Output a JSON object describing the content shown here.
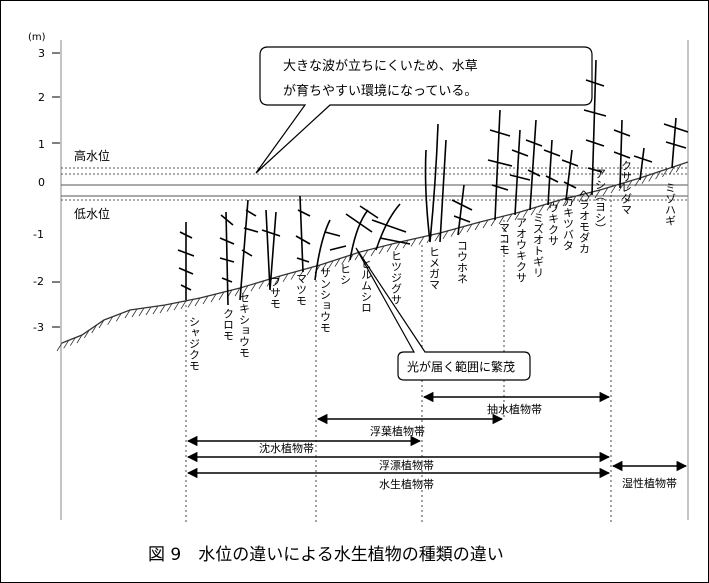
{
  "axis": {
    "unit": "(m)",
    "ticks": [
      "3",
      "2",
      "1",
      "0",
      "-1",
      "-2",
      "-3"
    ]
  },
  "water_levels": {
    "high": "高水位",
    "low": "低水位"
  },
  "callouts": {
    "wave_line1": "大きな波が立ちにくいため、水草",
    "wave_line2": "が育ちやすい環境になっている。",
    "light": "光が届く範囲に繁茂"
  },
  "species": [
    "シャジクモ",
    "クロモ",
    "セキショウモ",
    "フサモ",
    "マツモ",
    "サンショウモ",
    "ヒシ",
    "ヒルムシロ",
    "ヒツジグサ",
    "ヒメガマ",
    "コウホネ",
    "マコモ",
    "アオウキクサ",
    "ミズオトギリ",
    "ウキクサ",
    "カキツバタ",
    "ヘラオモダカ",
    "アシ（ヨシ）",
    "クサレダマ",
    "ミゾハギ"
  ],
  "zones": {
    "emergent": "抽水植物帯",
    "floating_leaf": "浮葉植物帯",
    "submerged": "沈水植物帯",
    "free_floating": "浮漂植物帯",
    "aquatic": "水生植物帯",
    "hygrophilous": "湿性植物帯"
  },
  "caption": "図 9　水位の違いによる水生植物の種類の違い"
}
